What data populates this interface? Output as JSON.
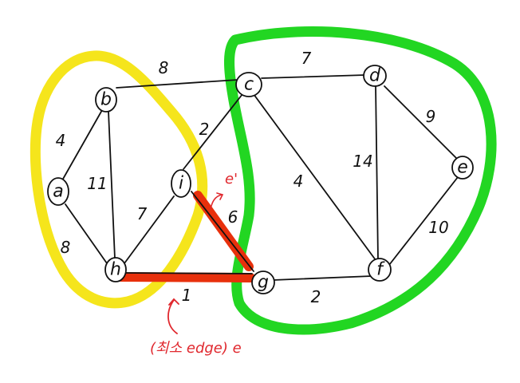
{
  "colors": {
    "ink": "#111111",
    "yellow_region": "#f5e51c",
    "green_region": "#22d622",
    "red_highlight": "#e8300c",
    "annotation": "#e0282e"
  },
  "nodes": {
    "a": "a",
    "b": "b",
    "c": "c",
    "d": "d",
    "e": "e",
    "f": "f",
    "g": "g",
    "h": "h",
    "i": "i"
  },
  "edges": {
    "a_b": "4",
    "b_c": "8",
    "c_d": "7",
    "d_e": "9",
    "a_h": "8",
    "b_h": "11",
    "h_i": "7",
    "i_c": "2",
    "i_g": "6",
    "h_g": "1",
    "c_f": "4",
    "d_f": "14",
    "e_f": "10",
    "g_f": "2"
  },
  "annotations": {
    "e_prime": "e'",
    "min_edge": "(최소 edge) e"
  }
}
